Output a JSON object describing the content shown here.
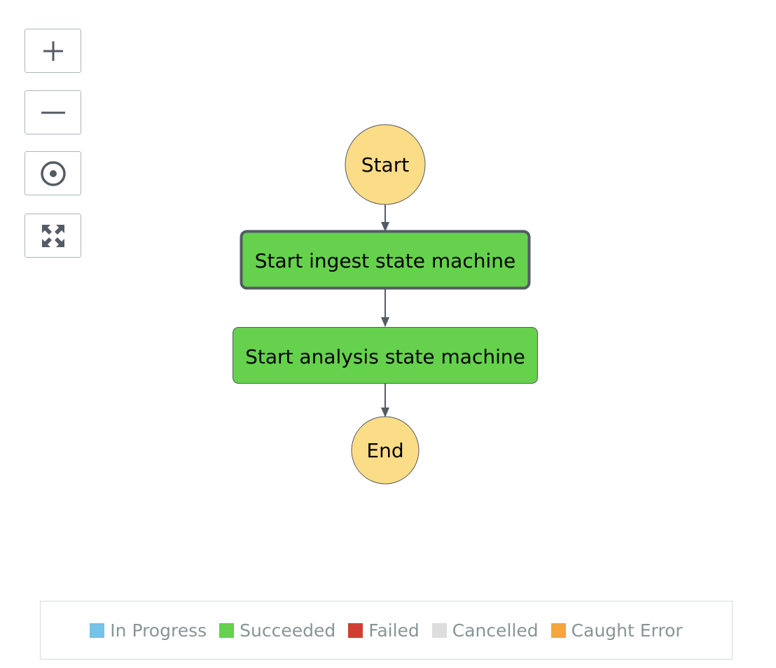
{
  "controls": {
    "zoom_in_icon": "plus-icon",
    "zoom_out_icon": "minus-icon",
    "center_icon": "target-icon",
    "fit_icon": "expand-arrows-icon"
  },
  "workflow": {
    "start_label": "Start",
    "steps": [
      {
        "label": "Start ingest state machine",
        "status": "Succeeded",
        "selected": true
      },
      {
        "label": "Start analysis state machine",
        "status": "Succeeded",
        "selected": false
      }
    ],
    "end_label": "End"
  },
  "legend": {
    "items": [
      {
        "label": "In Progress",
        "color": "#74c3e8"
      },
      {
        "label": "Succeeded",
        "color": "#65d14d"
      },
      {
        "label": "Failed",
        "color": "#d13e33"
      },
      {
        "label": "Cancelled",
        "color": "#dddddd"
      },
      {
        "label": "Caught Error",
        "color": "#f5a53a"
      }
    ]
  },
  "colors": {
    "terminal_fill": "#fbdc87",
    "step_fill": "#65d14d",
    "arrow": "#545b64",
    "control_icon": "#545b64"
  }
}
